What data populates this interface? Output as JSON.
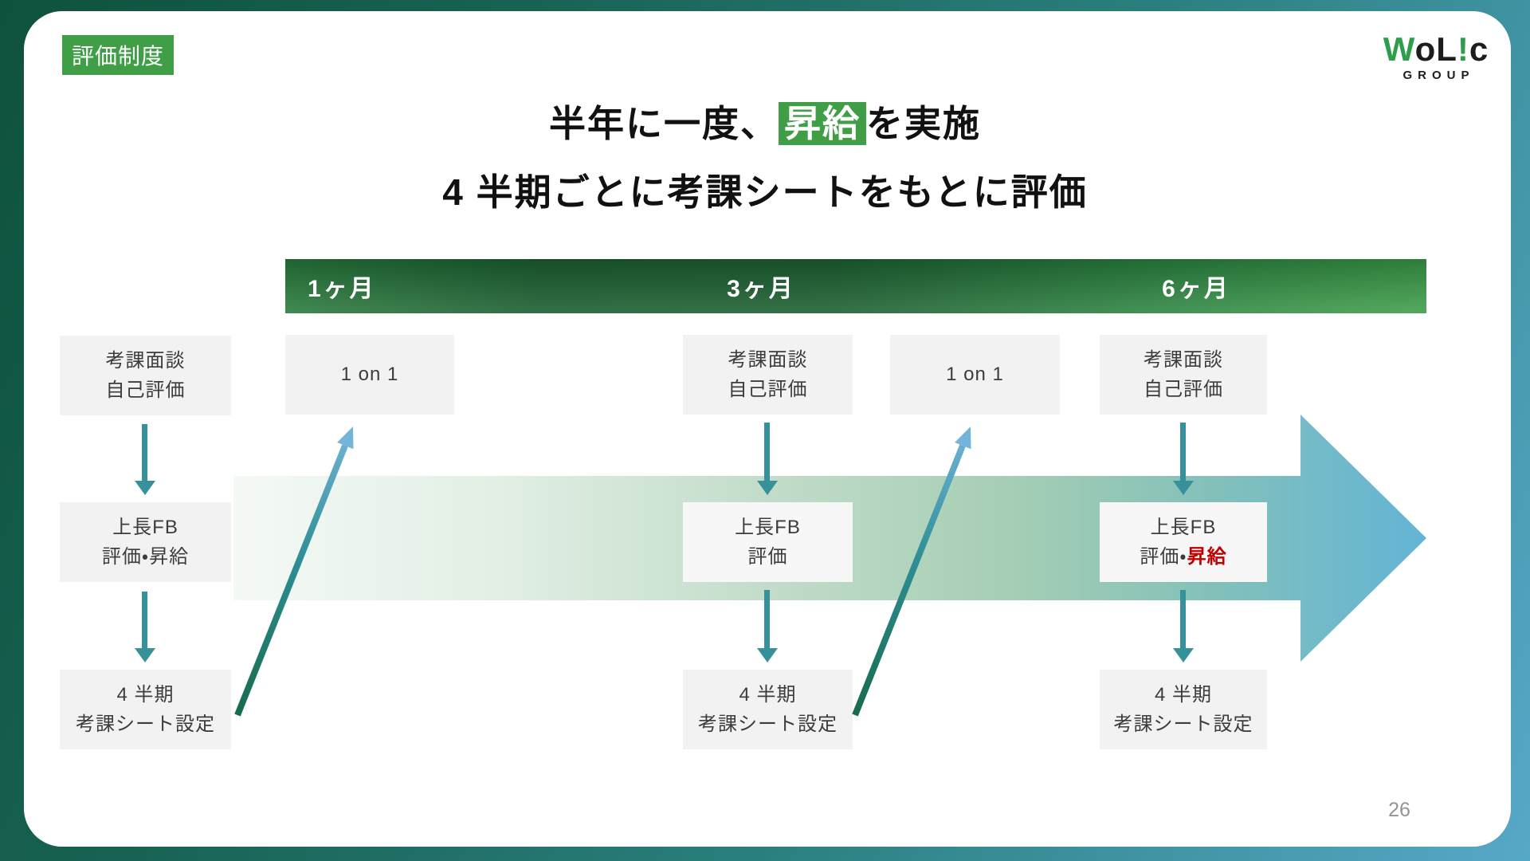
{
  "slide": {
    "tag": "評価制度",
    "title": {
      "pre": "半年に一度、",
      "highlight": "昇給",
      "post": "を実施"
    },
    "subtitle": "4 半期ごとに考課シートをもとに評価",
    "page_number": "26"
  },
  "logo": {
    "w": "W",
    "ol": "oL",
    "bang": "!",
    "c": "c",
    "group": "GROUP"
  },
  "timeline_headers": {
    "m1": "1ヶ月",
    "m3": "3ヶ月",
    "m6": "6ヶ月"
  },
  "flow_left": {
    "top": {
      "line1": "考課面談",
      "line2": "自己評価"
    },
    "mid": {
      "line1": "上長FB",
      "line2": "評価・昇給"
    },
    "bottom": {
      "line1": "4 半期",
      "line2": "考課シート設定"
    }
  },
  "timeline_boxes": {
    "one_on_one_1": "1 on 1",
    "m3_interview": {
      "line1": "考課面談",
      "line2": "自己評価"
    },
    "one_on_one_2": "1 on 1",
    "m6_interview": {
      "line1": "考課面談",
      "line2": "自己評価"
    },
    "m3_fb": {
      "line1": "上長FB",
      "line2": "評価"
    },
    "m6_fb": {
      "line1": "上長FB",
      "line2_pre": "評価・",
      "line2_highlight": "昇給"
    },
    "m3_sheet": {
      "line1": "4 半期",
      "line2": "考課シート設定"
    },
    "m6_sheet": {
      "line1": "4 半期",
      "line2": "考課シート設定"
    }
  },
  "colors": {
    "accent_green": "#3f9e46",
    "highlight_red": "#c00000",
    "arrow_teal": "#37919b",
    "bar_green_dark": "#1a572c",
    "bar_green_light": "#3f9d4a",
    "background_left": "#0f513e",
    "background_right": "#57a8c8",
    "box_gray": "#f2f2f2"
  }
}
